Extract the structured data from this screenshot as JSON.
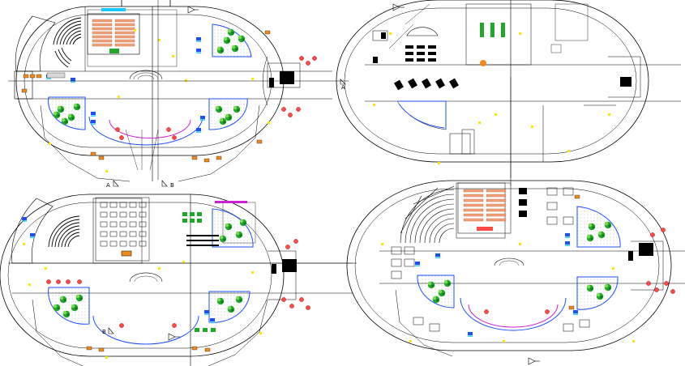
{
  "drawing": {
    "section_marks": [
      "A",
      "B",
      "A",
      "B"
    ]
  },
  "colors": {
    "wall": "#000000",
    "furniture_blue": "#1e4fff",
    "furniture_cyan": "#19c8ff",
    "seating_red": "#ff4a4a",
    "seating_salmon": "#f4a37a",
    "plant_green": "#1fa82a",
    "plant_light": "#7ddc55",
    "yellow_marks": "#ffe600",
    "orange_desks": "#f08a1c",
    "magenta_chairs": "#d01fd0"
  },
  "icons": [
    "section-marker-icon",
    "north-arrow-icon",
    "tree-icon"
  ]
}
